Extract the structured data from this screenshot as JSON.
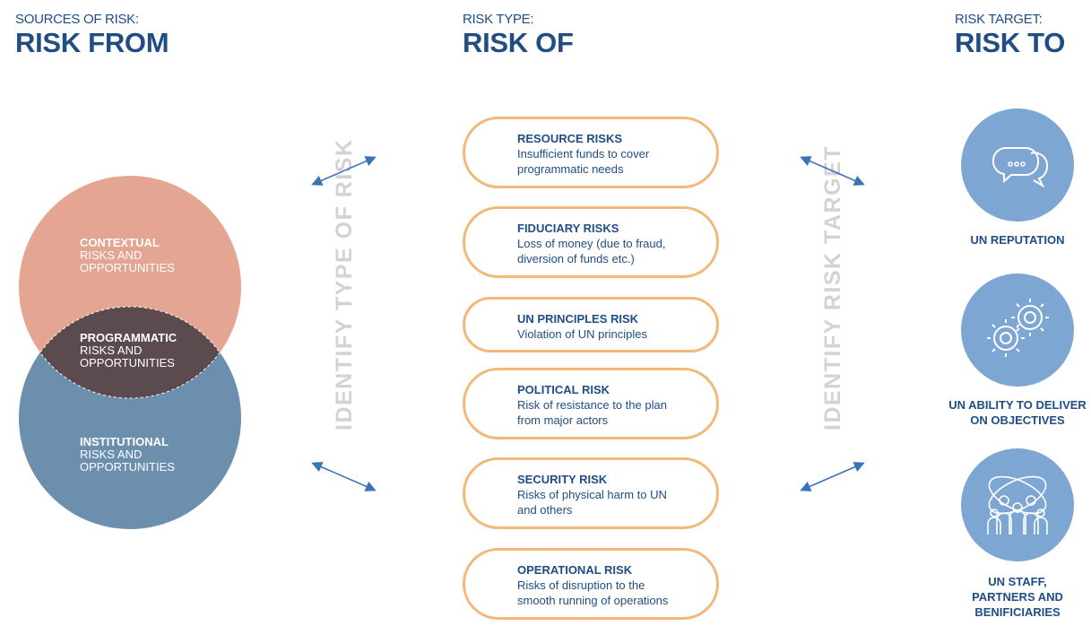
{
  "columns": {
    "sources": {
      "small": "SOURCES OF RISK:",
      "big": "RISK FROM"
    },
    "type": {
      "small": "RISK TYPE:",
      "big": "RISK OF"
    },
    "target": {
      "small": "RISK TARGET:",
      "big": "RISK TO"
    }
  },
  "venn": {
    "contextual": {
      "title": "CONTEXTUAL",
      "line1": "RISKS AND",
      "line2": "OPPORTUNITIES"
    },
    "programmatic": {
      "title": "PROGRAMMATIC",
      "line1": "RISKS AND",
      "line2": "OPPORTUNITIES"
    },
    "institutional": {
      "title": "INSTITUTIONAL",
      "line1": "RISKS AND",
      "line2": "OPPORTUNITIES"
    },
    "colors": {
      "contextual": "#e5a593",
      "institutional": "#6d8fae",
      "programmatic": "#5b4a4e"
    }
  },
  "vertical_labels": {
    "left": "IDENTIFY TYPE OF RISK",
    "right": "IDENTIFY RISK TARGET"
  },
  "risks": [
    {
      "title": "RESOURCE RISKS",
      "desc1": "Insufficient funds to cover",
      "desc2": "programmatic needs"
    },
    {
      "title": "FIDUCIARY RISKS",
      "desc1": "Loss of money (due to fraud,",
      "desc2": "diversion of funds etc.)"
    },
    {
      "title": "UN PRINCIPLES RISK",
      "desc1": "Violation of UN principles",
      "desc2": ""
    },
    {
      "title": "POLITICAL RISK",
      "desc1": "Risk of resistance to the plan",
      "desc2": "from major actors"
    },
    {
      "title": "SECURITY RISK",
      "desc1": "Risks of physical harm to UN",
      "desc2": "and others"
    },
    {
      "title": "OPERATIONAL RISK",
      "desc1": "Risks of disruption to the",
      "desc2": "smooth running of operations"
    }
  ],
  "targets": [
    {
      "icon": "speech-bubbles-icon",
      "line1": "UN REPUTATION",
      "line2": "",
      "line3": ""
    },
    {
      "icon": "gears-icon",
      "line1": "UN ABILITY TO DELIVER",
      "line2": "ON OBJECTIVES",
      "line3": ""
    },
    {
      "icon": "people-globe-icon",
      "line1": "UN STAFF,",
      "line2": "PARTNERS AND",
      "line3": "BENIFICIARIES"
    }
  ],
  "colors": {
    "accent": "#1f4d84",
    "box_border": "#f3b877",
    "target_circle": "#7ea6d3",
    "vertical_label": "#d3d3d3",
    "arrow": "#3a73b8"
  }
}
